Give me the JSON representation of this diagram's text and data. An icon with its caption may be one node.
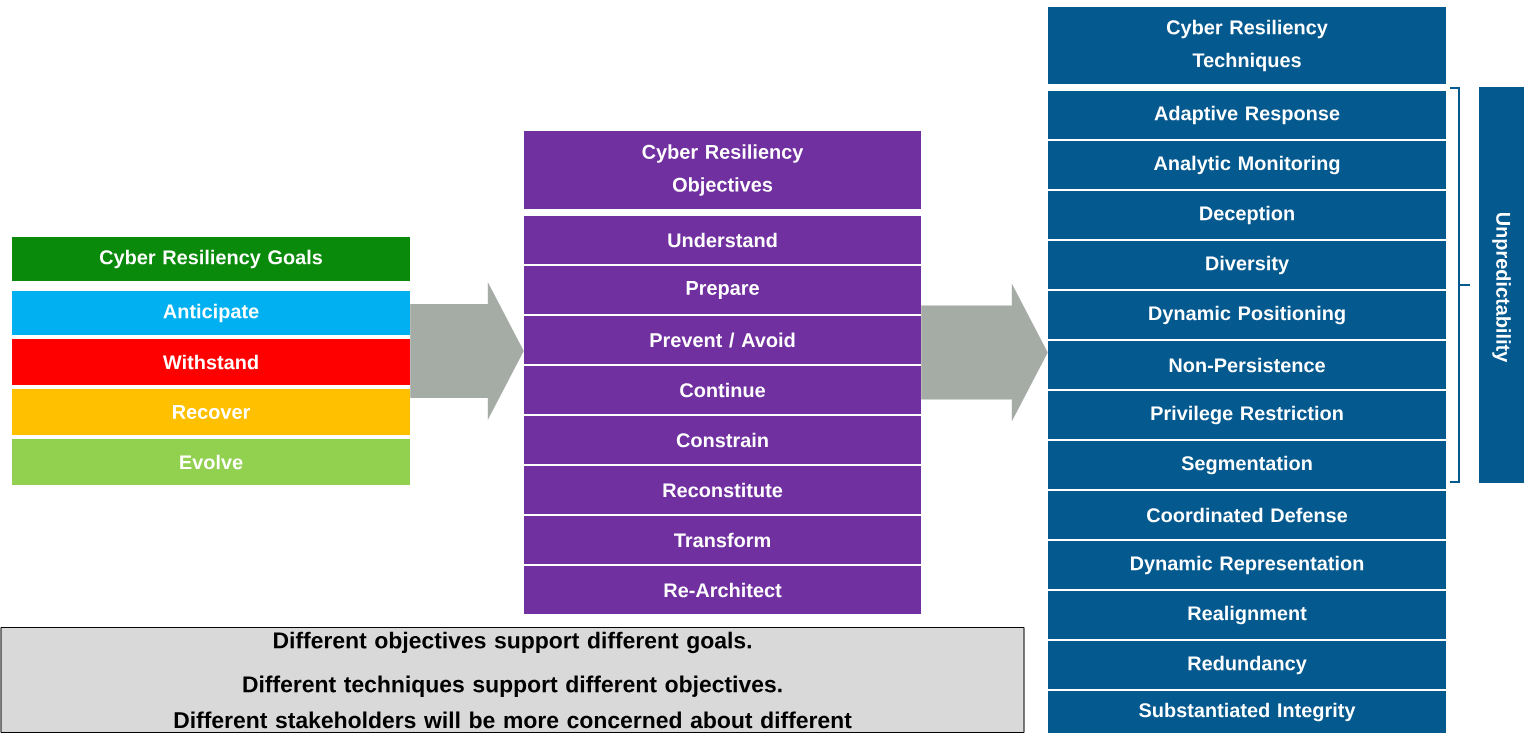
{
  "diagram": {
    "nodes": [
      {
        "text": [
          "Cyber Resiliency Goals"
        ]
      },
      {
        "text": [
          "Anticipate"
        ]
      },
      {
        "text": [
          "Withstand"
        ]
      },
      {
        "text": [
          "Recover"
        ]
      },
      {
        "text": [
          "Evolve"
        ]
      },
      {
        "text": [
          "Cyber Resiliency Objectives"
        ]
      },
      {
        "text": [
          "Understand"
        ]
      },
      {
        "text": [
          "Prepare"
        ]
      },
      {
        "text": [
          "Prevent / Avoid"
        ]
      },
      {
        "text": [
          "Continue"
        ]
      },
      {
        "text": [
          "Constrain"
        ]
      },
      {
        "text": [
          "Reconstitute"
        ]
      },
      {
        "text": [
          "Transform"
        ]
      },
      {
        "text": [
          "Re-Architect"
        ]
      },
      {
        "text": [
          "Cyber Resiliency Techniques"
        ]
      },
      {
        "text": [
          "Adaptive Response"
        ]
      },
      {
        "text": [
          "Analytic Monitoring"
        ]
      },
      {
        "text": [
          "Deception"
        ]
      },
      {
        "text": [
          "Diversity"
        ]
      },
      {
        "text": [
          "Dynamic Positioning"
        ]
      },
      {
        "text": [
          "Non-Persistence"
        ]
      },
      {
        "text": [
          "Privilege Restriction"
        ]
      },
      {
        "text": [
          "Segmentation"
        ]
      },
      {
        "text": [
          "Coordinated Defense"
        ]
      },
      {
        "text": [
          "Dynamic Representation"
        ]
      },
      {
        "text": [
          "Realignment"
        ]
      },
      {
        "text": [
          "Redundancy"
        ]
      },
      {
        "text": [
          "Substantiated Integrity"
        ]
      },
      {
        "text": [
          "Unpredictability"
        ]
      },
      {
        "text": [
          "Different objectives support different goals.",
          "Different techniques support different objectives.",
          "Different stakeholders will be more concerned about different"
        ]
      }
    ],
    "edges": [
      {
        "from": 2,
        "to": 8,
        "arrow": "to"
      },
      {
        "from": 8,
        "to": 20,
        "arrow": "to"
      }
    ]
  }
}
